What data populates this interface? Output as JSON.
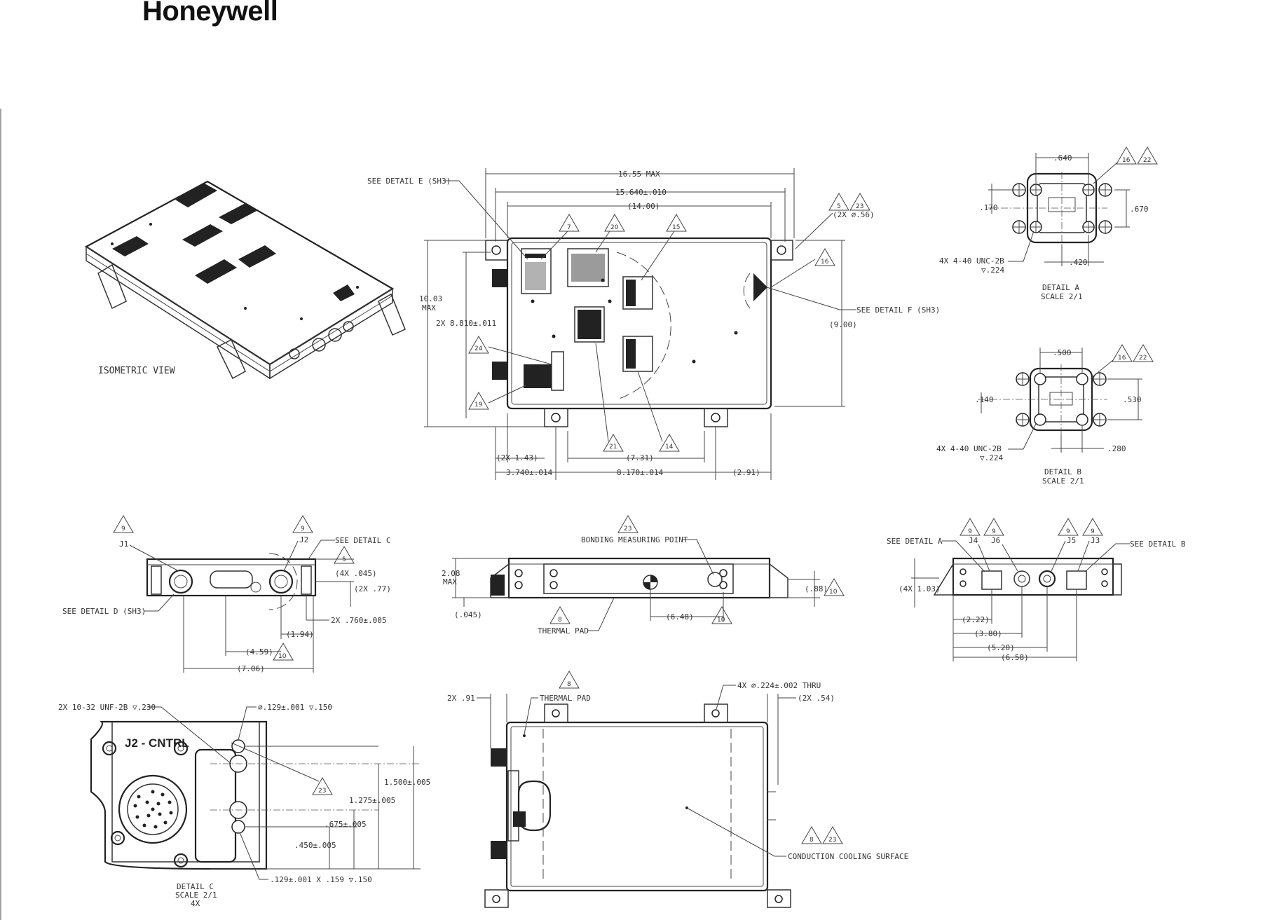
{
  "brand": {
    "logo": "Honeywell"
  },
  "isometric": {
    "caption": "ISOMETRIC VIEW"
  },
  "top_view": {
    "see_detail_e": "SEE DETAIL  E (SH3)",
    "see_detail_f": "SEE DETAIL  F (SH3)",
    "dim_overall_max": "16.55 MAX",
    "dim_width": "15.640±.010",
    "dim_ref_14": "(14.00)",
    "dim_holes": "(2X ∅.56)",
    "dim_height_max_1": "10.03",
    "dim_height_max_2": "MAX",
    "dim_feet": "2X 8.810±.011",
    "dim_ref_9": "(9.00)",
    "dim_143": "(2X 1.43)",
    "dim_731": "(7.31)",
    "dim_3740": "3.740±.014",
    "dim_8170": "8.170±.014",
    "dim_291": "(2.91)",
    "flags": [
      "7",
      "20",
      "15",
      "5",
      "23",
      "16",
      "24",
      "19",
      "21",
      "14"
    ]
  },
  "detail_a": {
    "dim_640": ".640",
    "dim_170": ".170",
    "dim_670": ".670",
    "dim_420": ".420",
    "thread_1": "4X 4-40 UNC-2B",
    "thread_2": "▽.224",
    "title": "DETAIL  A",
    "scale": "SCALE  2/1",
    "flags": [
      "16",
      "22"
    ]
  },
  "detail_b": {
    "dim_500": ".500",
    "dim_140": ".140",
    "dim_530": ".530",
    "dim_280": ".280",
    "thread_1": "4X 4-40 UNC-2B",
    "thread_2": "▽.224",
    "title": "DETAIL  B",
    "scale": "SCALE  2/1",
    "flags": [
      "16",
      "22"
    ]
  },
  "front_view": {
    "j1": "J1",
    "j2": "J2",
    "see_detail_c": "SEE DETAIL  C",
    "see_detail_d": "SEE DETAIL  D (SH3)",
    "dim_4x045": "(4X .045)",
    "dim_2x77": "(2X .77)",
    "dim_760": "2X .760±.005",
    "dim_194": "(1.94)",
    "dim_459": "(4.59)",
    "dim_706": "(7.06)",
    "flags": [
      "9",
      "9",
      "5",
      "10"
    ]
  },
  "side_view": {
    "bonding": "BONDING MEASURING POINT",
    "thermal_pad": "THERMAL PAD",
    "dim_208_1": "2.08",
    "dim_208_2": "MAX",
    "dim_045": "(.045)",
    "dim_88": "(.88)",
    "dim_648": "(6.48)",
    "flags": [
      "23",
      "8",
      "10",
      "10"
    ]
  },
  "rear_view": {
    "see_detail_a": "SEE DETAIL  A",
    "see_detail_b": "SEE DETAIL  B",
    "j4": "J4",
    "j6": "J6",
    "j5": "J5",
    "j3": "J3",
    "dim_103": "(4X 1.03)",
    "dim_222": "(2.22)",
    "dim_380": "(3.80)",
    "dim_520": "(5.20)",
    "dim_658": "(6.58)",
    "flags": [
      "9",
      "9",
      "9",
      "9"
    ]
  },
  "detail_c": {
    "label_j2": "J2 - CNTRL",
    "thread": "2X 10-32 UNF-2B ▽.230",
    "hole_top": "∅.129±.001 ▽.150",
    "hole_bottom": ".129±.001 X .159 ▽.150",
    "dim_1500": "1.500±.005",
    "dim_1275": "1.275±.005",
    "dim_675": ".675±.005",
    "dim_450": ".450±.005",
    "title": "DETAIL  C",
    "scale": "SCALE  2/1",
    "qty": "4X",
    "flags": [
      "23"
    ]
  },
  "bottom_view": {
    "dim_91": "2X .91",
    "thermal_pad": "THERMAL PAD",
    "holes": "4X ∅.224±.002 THRU",
    "dim_54": "(2X .54)",
    "cooling": "CONDUCTION COOLING SURFACE",
    "flags": [
      "8",
      "8",
      "23"
    ]
  },
  "colors": {
    "ink": "#222222",
    "paper": "#ffffff"
  }
}
